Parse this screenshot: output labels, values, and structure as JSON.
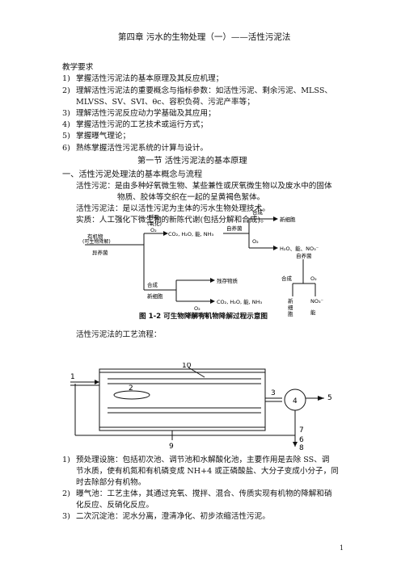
{
  "title": "第四章   污水的生物处理（一）——活性污泥法",
  "req_heading": "教学要求",
  "requirements": [
    {
      "num": "1)",
      "text": "掌握活性污泥法的基本原理及其反应机理；"
    },
    {
      "num": "2)",
      "text": "理解活性污泥法的重要概念与指标参数：如活性污泥、剩余污泥、MLSS、"
    },
    {
      "num": "",
      "text": "MLVSS、SV、SVI、θc、容积负荷、污泥产率等；"
    },
    {
      "num": "3)",
      "text": "理解活性污泥反应动力学基础及其应用；"
    },
    {
      "num": "4)",
      "text": "掌握活性污泥的工艺技术或运行方式；"
    },
    {
      "num": "5)",
      "text": "掌握曝气理论；"
    },
    {
      "num": "6)",
      "text": "熟练掌握活性污泥系统的计算与设计。"
    }
  ],
  "section_title": "第一节  活性污泥法的基本原理",
  "subsection": "一、活性污泥处理法的基本概念与流程",
  "definitions": [
    "活性污泥：是由多种好氧微生物、某些兼性或厌氧微生物以及废水中的固体",
    "物质、胶体等交织在一起的呈黄褐色絮体。",
    "活性污泥法：是以活性污泥为主体的污水生物处理技术。",
    "实质：人工强化下微生物的新陈代谢(包括分解和合成)。"
  ],
  "fig1": {
    "input": [
      "有机物",
      "(可生物降解)"
    ],
    "heterotroph": "异养菌",
    "resp": [
      "呼吸",
      "(氧化)",
      "O₂"
    ],
    "products1": "CO₂, H₂O, 能, NH₃",
    "autotroph": "自养菌",
    "synth_top": "合成",
    "new_cells_top": "新细胞",
    "o2_mid": "O₂",
    "products2": "H₂O、能、NO₃⁻",
    "synth_bottom": "合成",
    "new_cells": "新细胞",
    "residue": "残存物质",
    "products3": "CO₂, H₂O, 能, NH₃",
    "o2_low": "O₂",
    "endogenous": "内源呼吸",
    "autotroph_right": "自养菌",
    "synth_right": "合成",
    "new_cells_right": [
      "新",
      "细",
      "胞"
    ],
    "o2_right": "O₂",
    "no3": "NO₃⁻",
    "energy": "能",
    "caption": "图 1-2   可生物降解有机物降解过程示意图"
  },
  "process_label": "活性污泥法的工艺流程：",
  "fig2_labels": {
    "n1": "1",
    "n2": "2",
    "n3": "3",
    "n4": "4",
    "n5": "5",
    "n6": "6",
    "n7": "7",
    "n8": "8",
    "n9": "9",
    "n10": "10"
  },
  "items": [
    {
      "num": "1)",
      "lines": [
        "预处理设施：包括初次池、调节池和水解酸化池，主要作用是去除 SS、调",
        "节水质，使有机氮和有机磷变成 NH+4 或正磷酸盐、大分子变成小分子，同",
        "时去除部分有机物。"
      ]
    },
    {
      "num": "2)",
      "lines": [
        "曝气池：工艺主体，其通过充氧、搅拌、混合、传质实现有机物的降解和硝",
        "化反应、反硝化反应。"
      ]
    },
    {
      "num": "3)",
      "lines": [
        "二次沉淀池：泥水分离，澄清净化、初步浓缩活性污泥。"
      ]
    }
  ],
  "page_number": "1"
}
